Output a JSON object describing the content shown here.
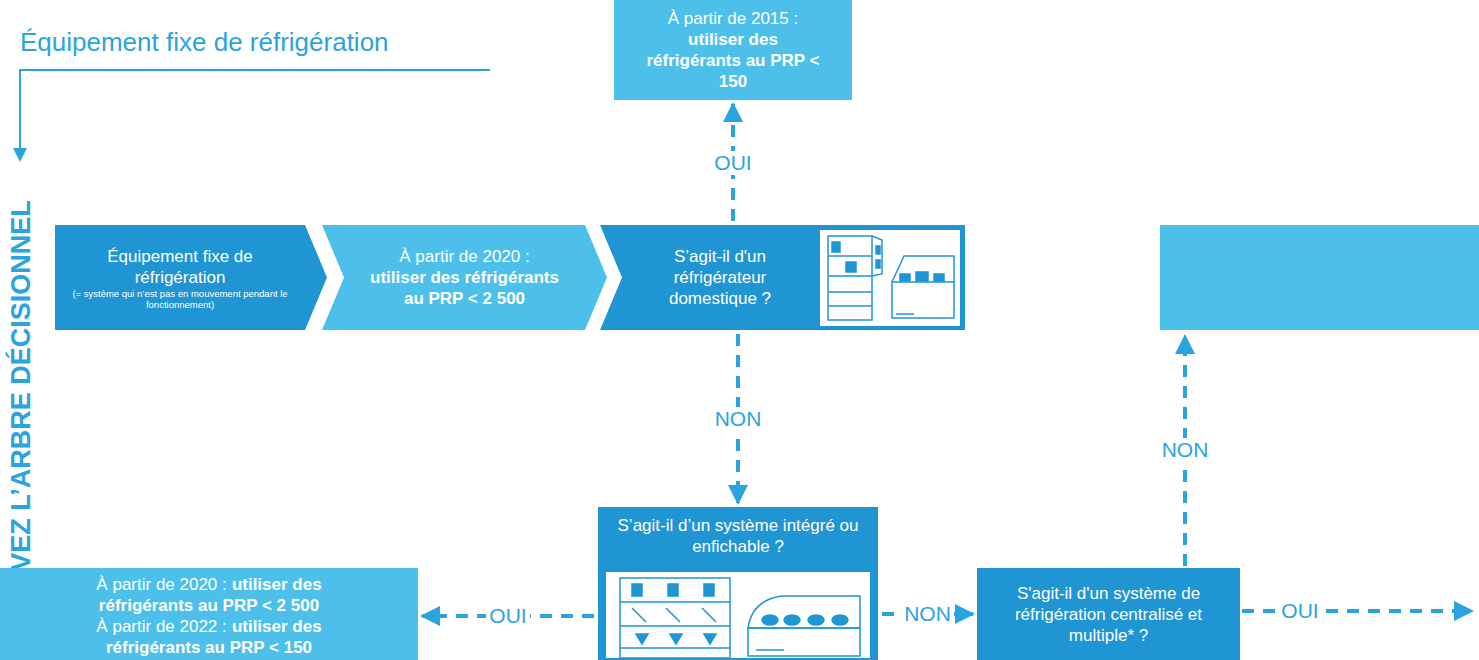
{
  "diagram": {
    "title": "Équipement fixe de réfrigération",
    "nodes": [
      {
        "text": [
          "Équipement fixe de réfrigération",
          "(= système qui n’est pas en mouvement pendant le fonctionnement)"
        ]
      },
      {
        "text": [
          "À partir de 2020 :",
          "utiliser des réfrigérants au PRP < 2 500"
        ]
      },
      {
        "text": [
          "S’agit-il d'un réfrigérateur domestique ?"
        ]
      },
      {
        "text": [
          "À partir de 2015 :",
          "utiliser des réfrigérants au PRP < 150"
        ]
      },
      {
        "text": [
          "S’agit-il d’un système intégré ou enfichable ?"
        ]
      },
      {
        "text": [
          "À partir de 2020 :",
          "utiliser des réfrigérants au PRP < 2 500",
          "À partir de 2022 :",
          "utiliser des réfrigérants au PRP < 150"
        ]
      },
      {
        "text": [
          "S'agit-il d'un système de réfrigération centralisé et multiple* ?"
        ]
      }
    ],
    "edges": [
      {
        "from": 2,
        "to": 3,
        "label": "OUI",
        "arrow": "to"
      },
      {
        "from": 2,
        "to": 4,
        "label": "NON",
        "arrow": "to"
      },
      {
        "from": 4,
        "to": 5,
        "label": "OUI",
        "arrow": "to"
      },
      {
        "from": 4,
        "to": 6,
        "label": "NON",
        "arrow": "to"
      }
    ],
    "labels": [
      "SUIVEZ L’ARBRE DÉCISIONNEL",
      "NON",
      "OUI"
    ]
  }
}
